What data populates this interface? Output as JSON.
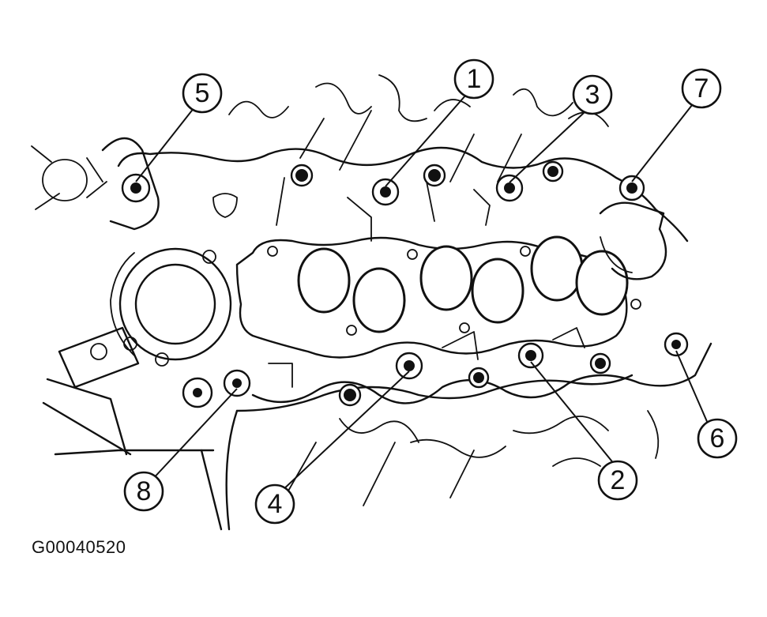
{
  "figure_id": "G00040520",
  "callouts": [
    "1",
    "2",
    "3",
    "4",
    "5",
    "6",
    "7",
    "8"
  ]
}
